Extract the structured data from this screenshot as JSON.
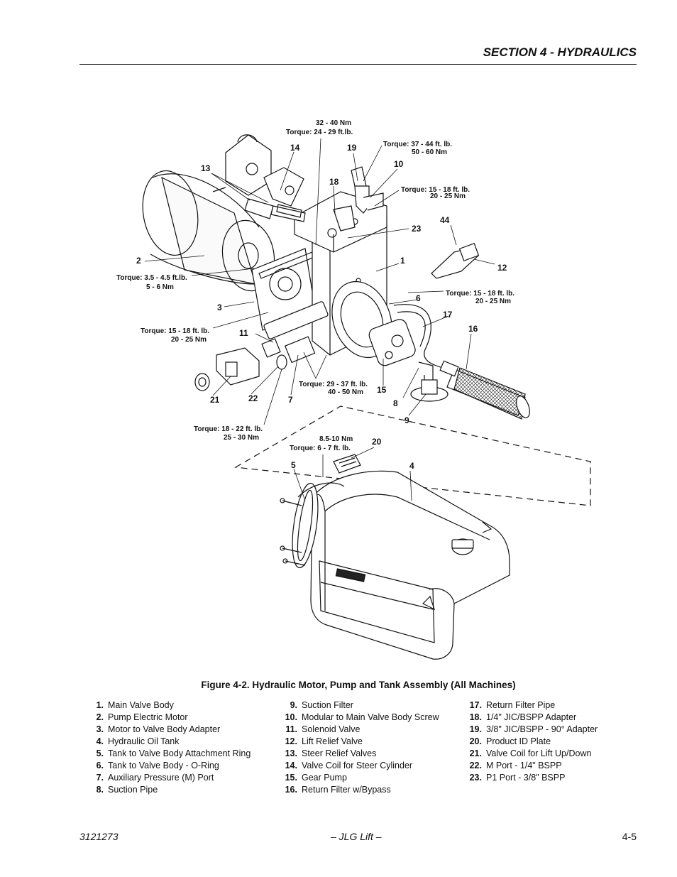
{
  "header": {
    "section_title": "SECTION 4 - HYDRAULICS"
  },
  "figure": {
    "callouts": {
      "c1": "1",
      "c2": "2",
      "c3": "3",
      "c4": "4",
      "c5": "5",
      "c6": "6",
      "c7": "7",
      "c8": "8",
      "c9": "9",
      "c10": "10",
      "c11": "11",
      "c12": "12",
      "c13": "13",
      "c14": "14",
      "c15": "15",
      "c16": "16",
      "c17": "17",
      "c18": "18",
      "c19": "19",
      "c20": "20",
      "c21": "21",
      "c22": "22",
      "c23": "23",
      "c44": "44"
    },
    "torque": {
      "t1a": "32 - 40 Nm",
      "t1b": "Torque: 24 - 29 ft.lb.",
      "t2a": "Torque: 37 - 44 ft. lb.",
      "t2b": "50 - 60 Nm",
      "t3a": "Torque: 15 - 18 ft. lb.",
      "t3b": "20 - 25 Nm",
      "t4a": "Torque: 3.5 - 4.5 ft.lb.",
      "t4b": "5 - 6 Nm",
      "t5a": "Torque: 15 - 18 ft. lb.",
      "t5b": "20 - 25 Nm",
      "t6a": "Torque: 15 - 18 ft. lb.",
      "t6b": "20 - 25 Nm",
      "t7a": "Torque: 29 - 37 ft. lb.",
      "t7b": "40 - 50 Nm",
      "t8a": "Torque: 18 - 22  ft. lb.",
      "t8b": "25 - 30 Nm",
      "t9a": "8.5-10 Nm",
      "t9b": "Torque: 6 - 7  ft. lb."
    },
    "caption": "Figure 4-2.  Hydraulic Motor, Pump and Tank Assembly (All Machines)"
  },
  "legend": {
    "col1": [
      {
        "num": "1.",
        "label": "Main Valve Body"
      },
      {
        "num": "2.",
        "label": "Pump Electric Motor"
      },
      {
        "num": "3.",
        "label": "Motor to Valve Body Adapter"
      },
      {
        "num": "4.",
        "label": "Hydraulic Oil Tank"
      },
      {
        "num": "5.",
        "label": "Tank to Valve Body Attachment Ring"
      },
      {
        "num": "6.",
        "label": "Tank to Valve Body - O-Ring"
      },
      {
        "num": "7.",
        "label": "Auxiliary Pressure (M) Port"
      },
      {
        "num": "8.",
        "label": "Suction Pipe"
      }
    ],
    "col2": [
      {
        "num": "9.",
        "label": "Suction Filter"
      },
      {
        "num": "10.",
        "label": "Modular to Main Valve Body Screw"
      },
      {
        "num": "11.",
        "label": "Solenoid Valve"
      },
      {
        "num": "12.",
        "label": "Lift Relief Valve"
      },
      {
        "num": "13.",
        "label": "Steer Relief Valves"
      },
      {
        "num": "14.",
        "label": "Valve Coil for Steer Cylinder"
      },
      {
        "num": "15.",
        "label": "Gear Pump"
      },
      {
        "num": "16.",
        "label": "Return Filter w/Bypass"
      }
    ],
    "col3": [
      {
        "num": "17.",
        "label": "Return Filter Pipe"
      },
      {
        "num": "18.",
        "label": "1/4\" JIC/BSPP Adapter"
      },
      {
        "num": "19.",
        "label": "3/8\" JIC/BSPP - 90° Adapter"
      },
      {
        "num": "20.",
        "label": "Product ID Plate"
      },
      {
        "num": "21.",
        "label": "Valve Coil for Lift Up/Down"
      },
      {
        "num": "22.",
        "label": "M Port - 1/4\" BSPP"
      },
      {
        "num": "23.",
        "label": "P1 Port - 3/8\" BSPP"
      }
    ]
  },
  "footer": {
    "doc_number": "3121273",
    "publisher": "– JLG Lift –",
    "page": "4-5"
  }
}
